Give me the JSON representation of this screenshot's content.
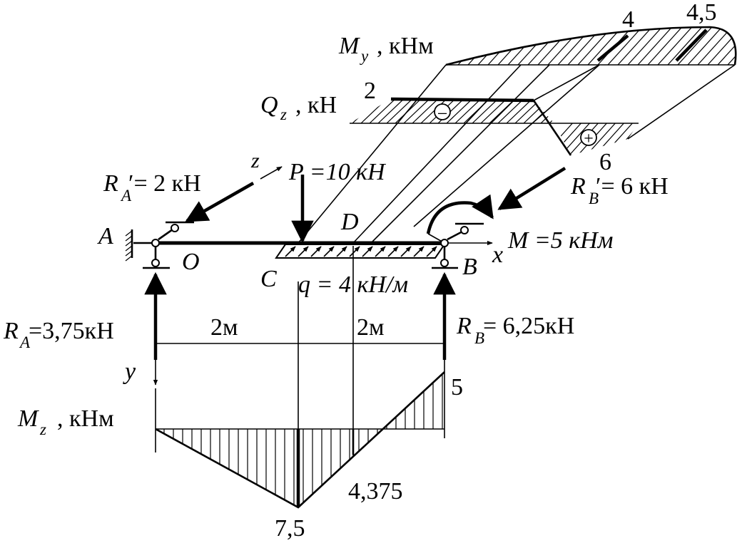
{
  "labels": {
    "my_title": "M",
    "my_sub": "y",
    "my_unit": ", кНм",
    "qz_title": "Q",
    "qz_sub": "z",
    "qz_unit": ", кН",
    "mz_title": "M",
    "mz_sub": "z",
    "mz_unit": ", кНм",
    "my_val_4": "4",
    "my_val_45": "4,5",
    "qz_val_2": "2",
    "qz_val_6": "6",
    "qz_sign_minus": "−",
    "qz_sign_plus": "+",
    "ra_prime_main": "R",
    "ra_prime_sub": "A",
    "ra_prime_rest": "′= 2 кН",
    "rb_prime_main": "R",
    "rb_prime_sub": "B",
    "rb_prime_rest": "′= 6 кН",
    "force_p": "P =10 кН",
    "moment_m": "M =5 кНм",
    "load_q": "q = 4 кН/м",
    "ra_main": "R",
    "ra_sub": "A",
    "ra_rest": "=3,75кН",
    "rb_main": "R",
    "rb_sub": "B",
    "rb_rest": "= 6,25кН",
    "dim_left": "2м",
    "dim_right": "2м",
    "pt_a": "A",
    "pt_o": "O",
    "pt_c": "C",
    "pt_d": "D",
    "pt_b": "B",
    "axis_x": "x",
    "axis_y": "y",
    "axis_z": "z",
    "mz_val_5": "5",
    "mz_val_75": "7,5",
    "mz_val_4375": "4,375"
  }
}
